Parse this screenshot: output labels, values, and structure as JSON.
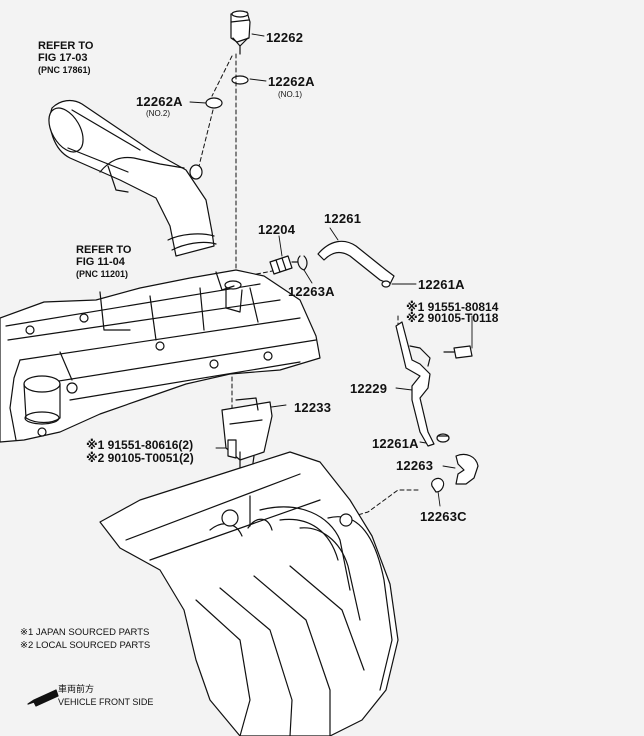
{
  "references": [
    {
      "line1": "REFER TO",
      "line2": "FIG 17-03",
      "line3": "(PNC 17861)"
    },
    {
      "line1": "REFER TO",
      "line2": "FIG 11-04",
      "line3": "(PNC 11201)"
    }
  ],
  "parts": {
    "p12262": "12262",
    "p12262A_1": "12262A",
    "p12262A_1_note": "(NO.1)",
    "p12262A_2": "12262A",
    "p12262A_2_note": "(NO.2)",
    "p12204": "12204",
    "p12263A": "12263A",
    "p12261": "12261",
    "p12261A_top": "12261A",
    "p91551_80814": "※1 91551-80814",
    "p90105_T0118": "※2 90105-T0118",
    "p12229": "12229",
    "p12233": "12233",
    "p91551_80616": "※1 91551-80616(2)",
    "p90105_T0051": "※2 90105-T0051(2)",
    "p12261A_bottom": "12261A",
    "p12263": "12263",
    "p12263C": "12263C"
  },
  "legend": {
    "line1": "※1 JAPAN SOURCED PARTS",
    "line2": "※2 LOCAL SOURCED PARTS"
  },
  "direction": {
    "jp": "車両前方",
    "en": "VEHICLE FRONT SIDE"
  }
}
